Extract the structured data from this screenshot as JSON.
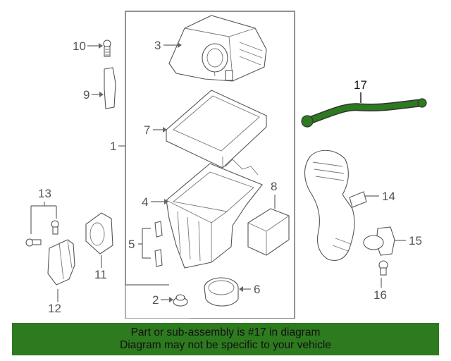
{
  "callouts": {
    "c1": "1",
    "c2": "2",
    "c3": "3",
    "c4": "4",
    "c5": "5",
    "c6": "6",
    "c7": "7",
    "c8": "8",
    "c9": "9",
    "c10": "10",
    "c11": "11",
    "c12": "12",
    "c13": "13",
    "c14": "14",
    "c15": "15",
    "c16": "16",
    "c17": "17"
  },
  "highlight_color": "#2d7a1f",
  "banner": {
    "line1": "Part or sub-assembly is #17 in diagram",
    "line2": "Diagram may not be specific to your vehicle"
  }
}
